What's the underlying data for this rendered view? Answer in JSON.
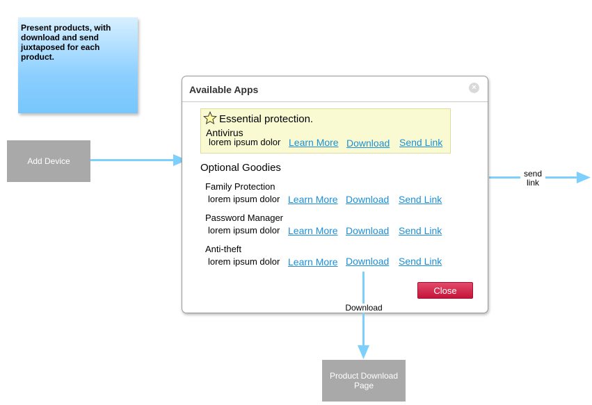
{
  "note": {
    "text": "Present products, with download and send juxtaposed for each product."
  },
  "nodes": {
    "add_device": "Add Device",
    "product_download_page": "Product Download Page"
  },
  "edges": {
    "send_link_label_line1": "send",
    "send_link_label_line2": "link",
    "download_label": "Download"
  },
  "dialog": {
    "title": "Available Apps",
    "close_icon": "close-icon",
    "featured": {
      "icon": "star-icon",
      "heading": "Essential protection.",
      "product": "Antivirus",
      "description": "lorem ipsum dolor",
      "learn_more": "Learn More",
      "download": "Download",
      "send_link": "Send Link"
    },
    "optional_heading": "Optional Goodies",
    "products": [
      {
        "name": "Family Protection",
        "description": "lorem ipsum dolor",
        "learn_more": "Learn More",
        "download": "Download",
        "send_link": "Send Link"
      },
      {
        "name": "Password Manager",
        "description": "lorem ipsum dolor",
        "learn_more": "Learn More",
        "download": "Download",
        "send_link": "Send Link"
      },
      {
        "name": "Anti-theft",
        "description": "lorem ipsum dolor",
        "learn_more": "Learn More",
        "download": "Download",
        "send_link": "Send Link"
      }
    ],
    "close_button": "Close"
  },
  "colors": {
    "arrow": "#7ed0fc",
    "link": "#1a8fd8",
    "close_button": "#d42a4e",
    "featured_bg": "#fafad2",
    "note_bg": "#8ccfff"
  }
}
